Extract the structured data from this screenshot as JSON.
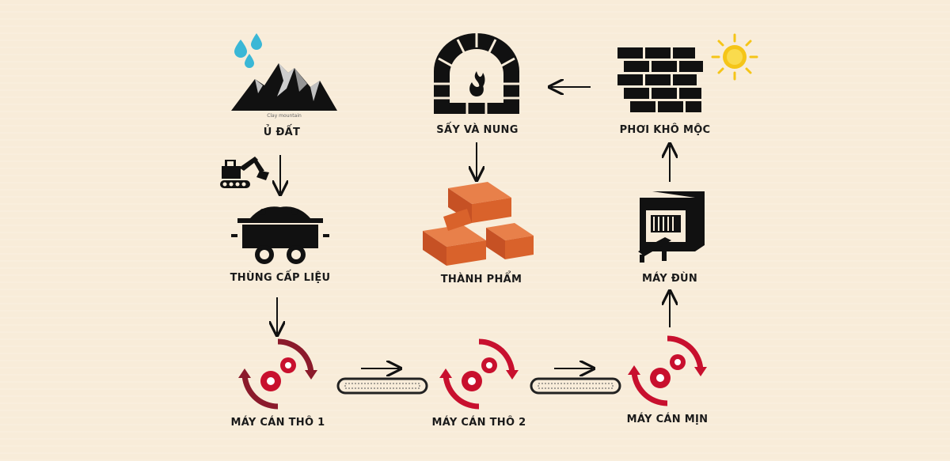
{
  "steps": {
    "u_dat": "Ủ ĐẤT",
    "thung_cap_lieu": "THÙNG CẤP LIỆU",
    "may_can_tho_1": "MÁY CÁN THÔ 1",
    "may_can_tho_2": "MÁY CÁN THÔ 2",
    "may_can_min": "MÁY CÁN MỊN",
    "may_dun": "MÁY ĐÙN",
    "phoi_kho_moc": "PHƠI KHÔ MỘC",
    "say_va_nung": "SẤY VÀ NUNG",
    "thanh_pham": "THÀNH PHẨM"
  },
  "mountain_caption": "Clay mountain",
  "colors": {
    "background": "#f8ecd9",
    "icon_black": "#111111",
    "gear_red": "#c8102e",
    "gear_dark_red": "#8b1a2b",
    "water_blue": "#3ab7d6",
    "brick_orange": "#d9622b",
    "sun_yellow": "#f5c518"
  },
  "icons": [
    "water-drops-icon",
    "mountain-icon",
    "excavator-icon",
    "mine-cart-icon",
    "gear-cycle-icon",
    "conveyor-icon",
    "extruder-icon",
    "brick-wall-icon",
    "sun-icon",
    "kiln-icon",
    "bricks-icon",
    "arrow-icon"
  ]
}
